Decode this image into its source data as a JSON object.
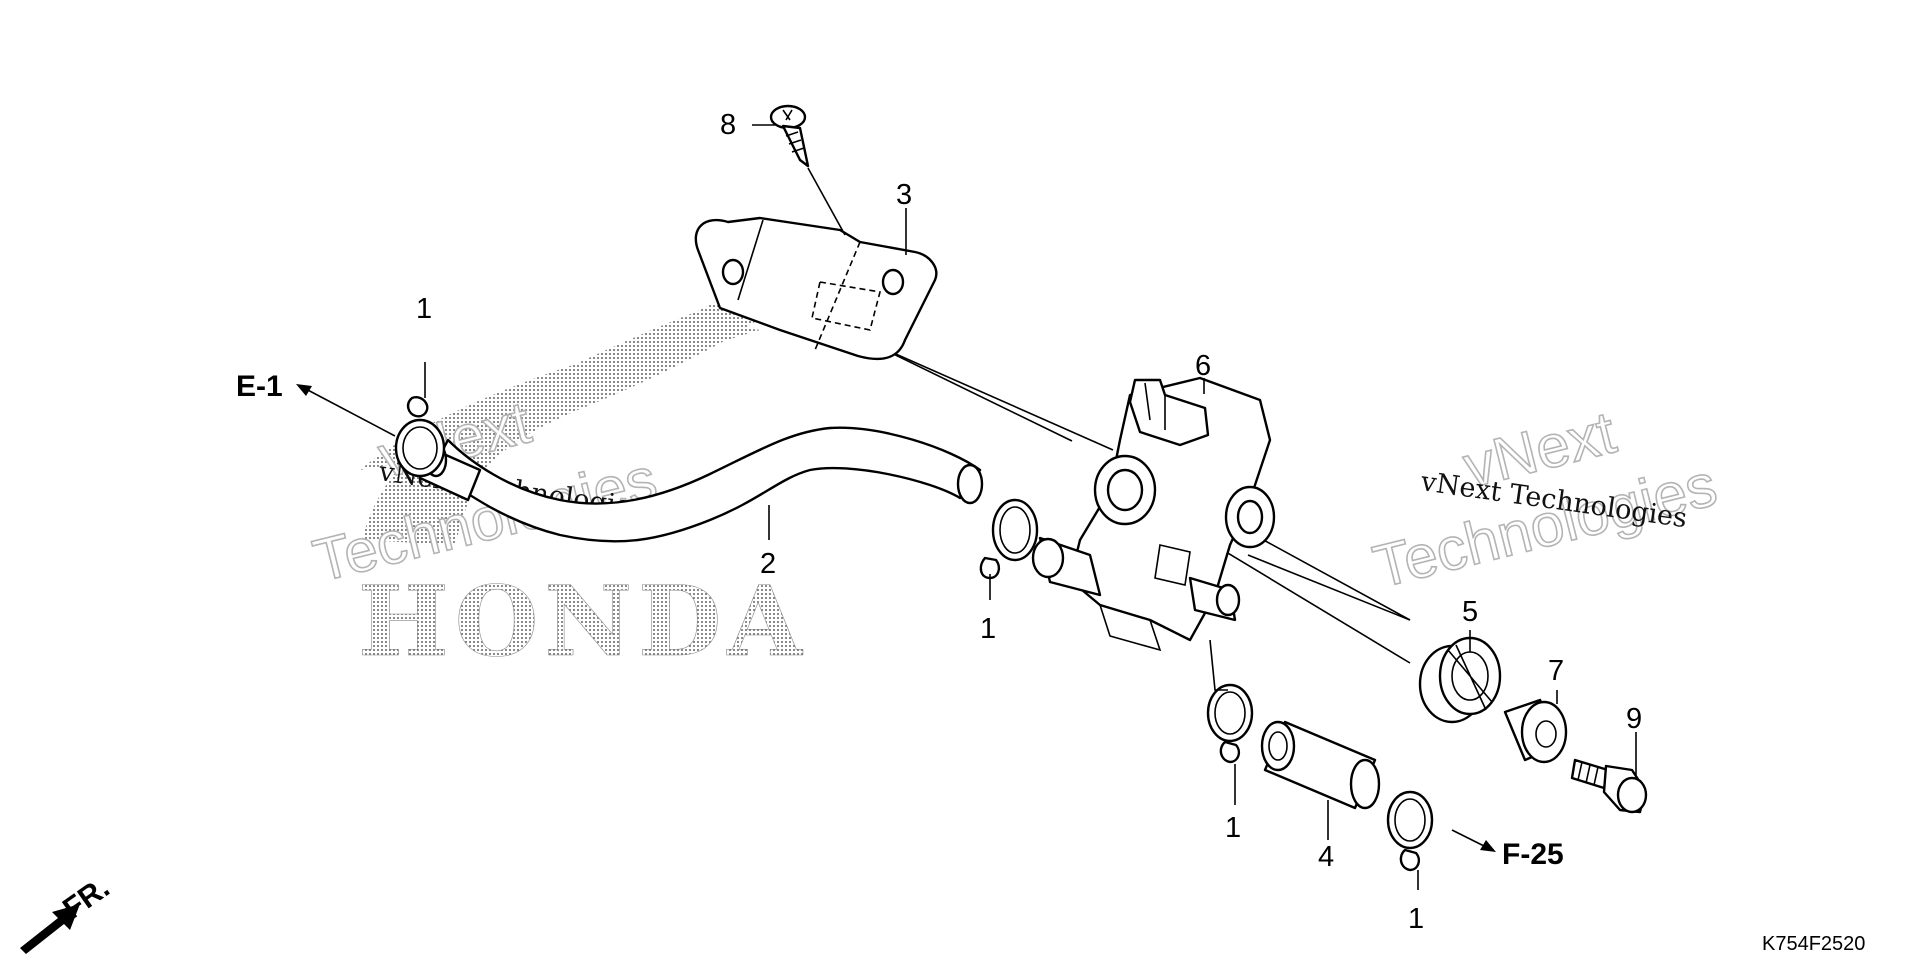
{
  "diagram": {
    "code": "K754F2520",
    "watermark": {
      "brand_top": "vNext",
      "brand_bottom": "Technologies",
      "brand_full": "vNext Technologies",
      "honda_logo_text": "HONDA"
    },
    "references": {
      "e1": "E-1",
      "f25": "F-25",
      "front": "FR."
    },
    "callouts": [
      {
        "id": "clip-a",
        "label": "1",
        "part": "clip"
      },
      {
        "id": "clip-b",
        "label": "1",
        "part": "clip"
      },
      {
        "id": "clip-c",
        "label": "1",
        "part": "clip"
      },
      {
        "id": "clip-d",
        "label": "1",
        "part": "clip"
      },
      {
        "id": "tube",
        "label": "2",
        "part": "tube"
      },
      {
        "id": "cover",
        "label": "3",
        "part": "cover"
      },
      {
        "id": "hose",
        "label": "4",
        "part": "hose"
      },
      {
        "id": "rubber",
        "label": "5",
        "part": "rubber mount"
      },
      {
        "id": "valve",
        "label": "6",
        "part": "valve body"
      },
      {
        "id": "collar",
        "label": "7",
        "part": "collar"
      },
      {
        "id": "screw",
        "label": "8",
        "part": "screw"
      },
      {
        "id": "bolt",
        "label": "9",
        "part": "bolt"
      }
    ]
  }
}
